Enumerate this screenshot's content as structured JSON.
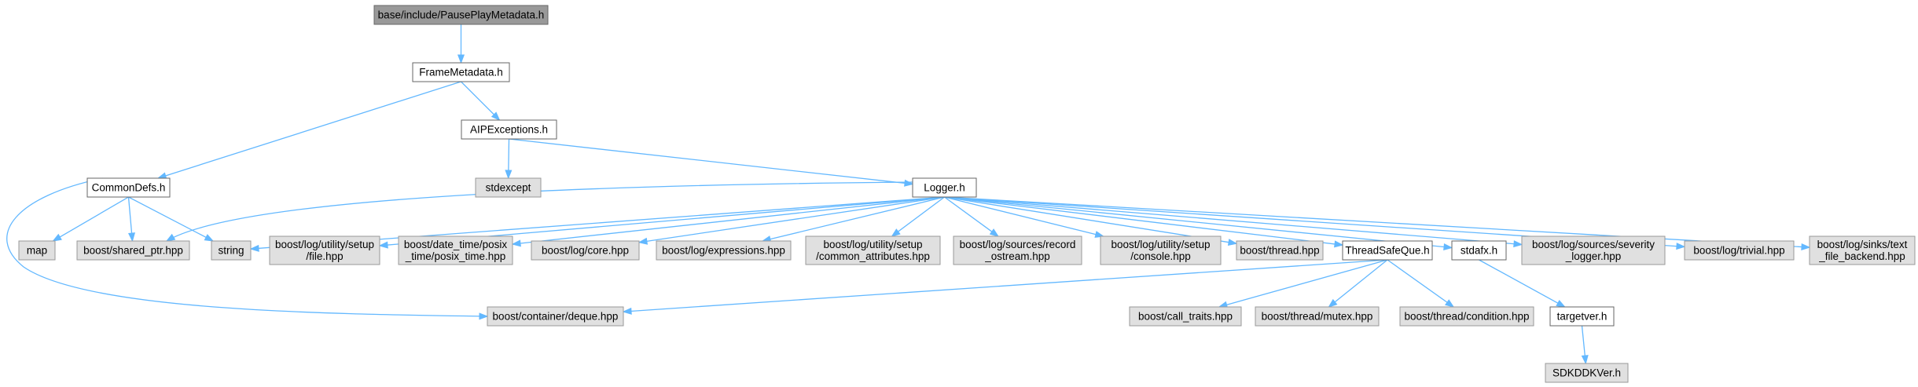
{
  "colors": {
    "edge": "#63b8ff",
    "root_fill": "#999999",
    "file_fill": "#ffffff",
    "external_fill": "#e0e0e0",
    "border": "#666666",
    "external_border": "#999999"
  },
  "nodes": [
    {
      "id": "n_root",
      "kind": "root",
      "lines": [
        "base/include/PausePlayMetadata.h"
      ]
    },
    {
      "id": "n_framemeta",
      "kind": "file",
      "lines": [
        "FrameMetadata.h"
      ]
    },
    {
      "id": "n_aipexc",
      "kind": "file",
      "lines": [
        "AIPExceptions.h"
      ]
    },
    {
      "id": "n_commondefs",
      "kind": "file",
      "lines": [
        "CommonDefs.h"
      ]
    },
    {
      "id": "n_stdexcept",
      "kind": "external",
      "lines": [
        "stdexcept"
      ]
    },
    {
      "id": "n_logger",
      "kind": "file",
      "lines": [
        "Logger.h"
      ]
    },
    {
      "id": "n_map",
      "kind": "external",
      "lines": [
        "map"
      ]
    },
    {
      "id": "n_sharedptr",
      "kind": "external",
      "lines": [
        "boost/shared_ptr.hpp"
      ]
    },
    {
      "id": "n_string",
      "kind": "external",
      "lines": [
        "string"
      ]
    },
    {
      "id": "n_filehpp",
      "kind": "external",
      "lines": [
        "boost/log/utility/setup",
        "/file.hpp"
      ]
    },
    {
      "id": "n_posix",
      "kind": "external",
      "lines": [
        "boost/date_time/posix",
        "_time/posix_time.hpp"
      ]
    },
    {
      "id": "n_core",
      "kind": "external",
      "lines": [
        "boost/log/core.hpp"
      ]
    },
    {
      "id": "n_expr",
      "kind": "external",
      "lines": [
        "boost/log/expressions.hpp"
      ]
    },
    {
      "id": "n_commonattr",
      "kind": "external",
      "lines": [
        "boost/log/utility/setup",
        "/common_attributes.hpp"
      ]
    },
    {
      "id": "n_record",
      "kind": "external",
      "lines": [
        "boost/log/sources/record",
        "_ostream.hpp"
      ]
    },
    {
      "id": "n_console",
      "kind": "external",
      "lines": [
        "boost/log/utility/setup",
        "/console.hpp"
      ]
    },
    {
      "id": "n_thread",
      "kind": "external",
      "lines": [
        "boost/thread.hpp"
      ]
    },
    {
      "id": "n_tsq",
      "kind": "file",
      "lines": [
        "ThreadSafeQue.h"
      ]
    },
    {
      "id": "n_stdafx",
      "kind": "file",
      "lines": [
        "stdafx.h"
      ]
    },
    {
      "id": "n_severity",
      "kind": "external",
      "lines": [
        "boost/log/sources/severity",
        "_logger.hpp"
      ]
    },
    {
      "id": "n_trivial",
      "kind": "external",
      "lines": [
        "boost/log/trivial.hpp"
      ]
    },
    {
      "id": "n_sinks",
      "kind": "external",
      "lines": [
        "boost/log/sinks/text",
        "_file_backend.hpp"
      ]
    },
    {
      "id": "n_deque",
      "kind": "external",
      "lines": [
        "boost/container/deque.hpp"
      ]
    },
    {
      "id": "n_calltraits",
      "kind": "external",
      "lines": [
        "boost/call_traits.hpp"
      ]
    },
    {
      "id": "n_mutex",
      "kind": "external",
      "lines": [
        "boost/thread/mutex.hpp"
      ]
    },
    {
      "id": "n_condition",
      "kind": "external",
      "lines": [
        "boost/thread/condition.hpp"
      ]
    },
    {
      "id": "n_targetver",
      "kind": "file",
      "lines": [
        "targetver.h"
      ]
    },
    {
      "id": "n_sdkddk",
      "kind": "external",
      "lines": [
        "SDKDDKVer.h"
      ]
    }
  ],
  "edges": [
    {
      "from": "n_root",
      "to": "n_framemeta"
    },
    {
      "from": "n_framemeta",
      "to": "n_aipexc"
    },
    {
      "from": "n_framemeta",
      "to": "n_commondefs"
    },
    {
      "from": "n_aipexc",
      "to": "n_stdexcept"
    },
    {
      "from": "n_aipexc",
      "to": "n_logger"
    },
    {
      "from": "n_commondefs",
      "to": "n_map"
    },
    {
      "from": "n_commondefs",
      "to": "n_sharedptr"
    },
    {
      "from": "n_commondefs",
      "to": "n_string"
    },
    {
      "from": "n_commondefs",
      "to": "n_deque"
    },
    {
      "from": "n_logger",
      "to": "n_sharedptr"
    },
    {
      "from": "n_logger",
      "to": "n_string"
    },
    {
      "from": "n_logger",
      "to": "n_filehpp"
    },
    {
      "from": "n_logger",
      "to": "n_posix"
    },
    {
      "from": "n_logger",
      "to": "n_core"
    },
    {
      "from": "n_logger",
      "to": "n_expr"
    },
    {
      "from": "n_logger",
      "to": "n_commonattr"
    },
    {
      "from": "n_logger",
      "to": "n_record"
    },
    {
      "from": "n_logger",
      "to": "n_console"
    },
    {
      "from": "n_logger",
      "to": "n_thread"
    },
    {
      "from": "n_logger",
      "to": "n_tsq"
    },
    {
      "from": "n_logger",
      "to": "n_stdafx"
    },
    {
      "from": "n_logger",
      "to": "n_severity"
    },
    {
      "from": "n_logger",
      "to": "n_trivial"
    },
    {
      "from": "n_logger",
      "to": "n_sinks"
    },
    {
      "from": "n_tsq",
      "to": "n_deque"
    },
    {
      "from": "n_tsq",
      "to": "n_calltraits"
    },
    {
      "from": "n_tsq",
      "to": "n_mutex"
    },
    {
      "from": "n_tsq",
      "to": "n_condition"
    },
    {
      "from": "n_stdafx",
      "to": "n_targetver"
    },
    {
      "from": "n_targetver",
      "to": "n_sdkddk"
    }
  ]
}
